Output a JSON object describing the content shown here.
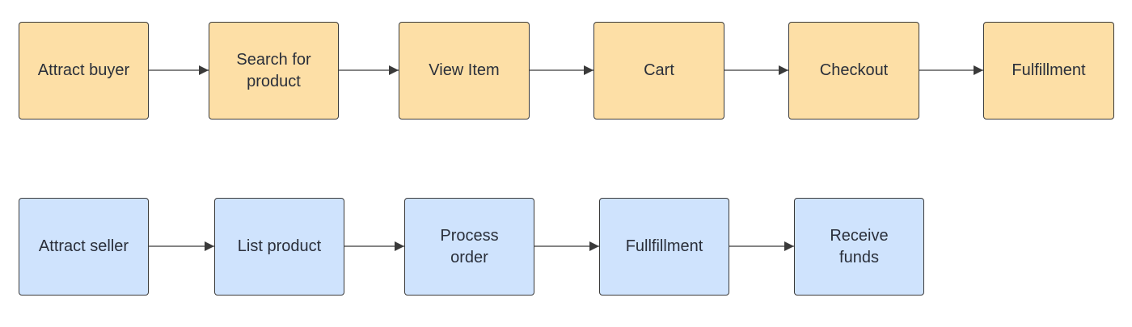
{
  "colors": {
    "buyer_fill": "#fddfa6",
    "seller_fill": "#cfe3fd",
    "border": "#3a3a3a",
    "arrow": "#3a3a3a",
    "text": "#2a2f3a"
  },
  "buyer_flow": {
    "steps": [
      {
        "label": "Attract buyer"
      },
      {
        "label": "Search for\nproduct"
      },
      {
        "label": "View Item"
      },
      {
        "label": "Cart"
      },
      {
        "label": "Checkout"
      },
      {
        "label": "Fulfillment"
      }
    ]
  },
  "seller_flow": {
    "steps": [
      {
        "label": "Attract seller"
      },
      {
        "label": "List product"
      },
      {
        "label": "Process\norder"
      },
      {
        "label": "Fullfillment"
      },
      {
        "label": "Receive\nfunds"
      }
    ]
  }
}
